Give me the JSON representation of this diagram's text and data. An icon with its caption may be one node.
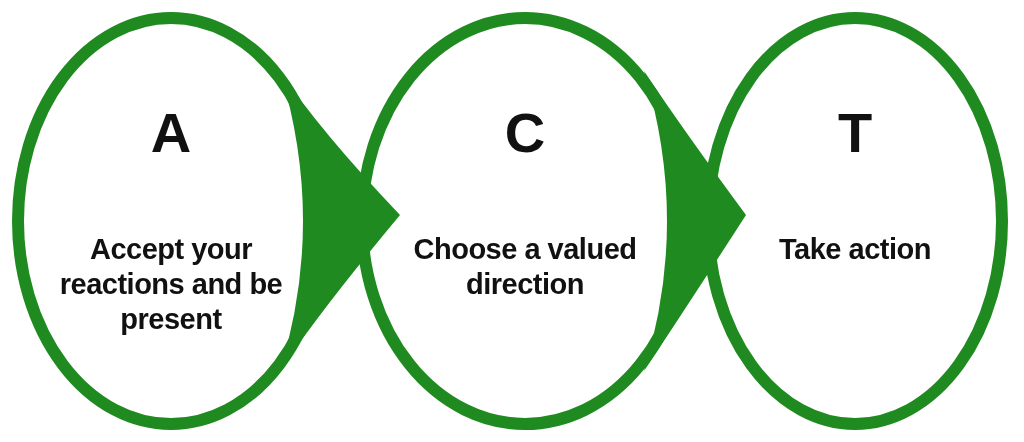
{
  "diagram": {
    "nodes": [
      {
        "text": [
          "A",
          "Accept your reactions and be present"
        ]
      },
      {
        "text": [
          "C",
          "Choose a valued direction"
        ]
      },
      {
        "text": [
          "T",
          "Take action"
        ]
      }
    ],
    "edges": [
      {
        "from": 0,
        "to": 1,
        "arrow": "to"
      },
      {
        "from": 1,
        "to": 2,
        "arrow": "to"
      }
    ]
  }
}
